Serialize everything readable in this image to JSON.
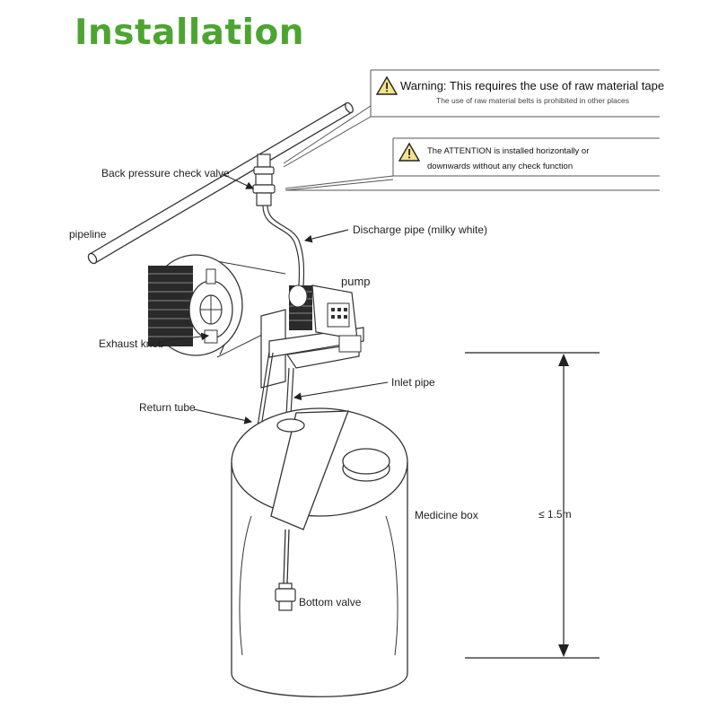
{
  "title": "Installation",
  "title_color": "#4ca531",
  "warning": {
    "icon": "warning-triangle-icon",
    "text": "Warning: This requires the use of raw material tape",
    "subtext": "The use of raw material belts is prohibited in other places"
  },
  "attention": {
    "icon": "warning-triangle-icon",
    "line1": "The ATTENTION is installed horizontally or",
    "line2": "downwards without any check function"
  },
  "labels": {
    "back_pressure_valve": "Back pressure check valve",
    "pipeline": "pipeline",
    "discharge_pipe": "Discharge pipe (milky white)",
    "pump": "pump",
    "exhaust_knob": "Exhaust knob",
    "inlet_pipe": "Inlet pipe",
    "return_tube": "Return tube",
    "medicine_box": "Medicine box",
    "bottom_valve": "Bottom valve",
    "height": "≤ 1.5m"
  }
}
